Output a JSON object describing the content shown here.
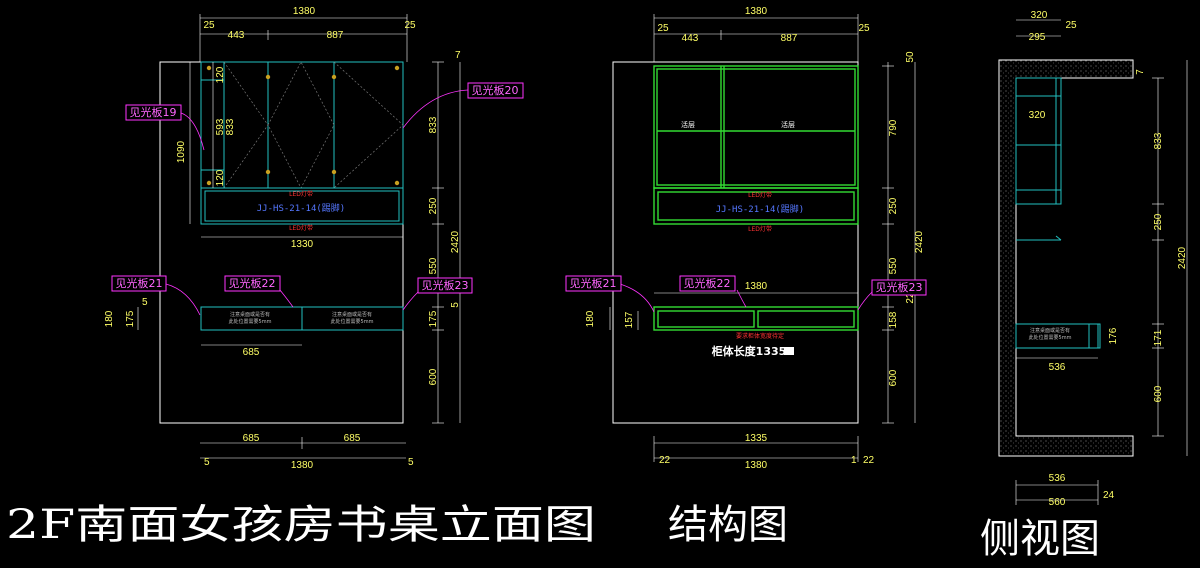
{
  "titles": {
    "front": "2F南面女孩房书桌立面图",
    "structure": "结构图",
    "side": "侧视图"
  },
  "front": {
    "top_total": "1380",
    "top_left": "25",
    "top_right": "25",
    "top_seg1": "443",
    "top_seg2": "887",
    "v_inner": [
      "120",
      "593",
      "833",
      "120"
    ],
    "v_left_total": "1090",
    "right_dims": [
      "7",
      "833",
      "250",
      "550",
      "175",
      "600"
    ],
    "right_total": "2420",
    "right_small": "5",
    "width_1330": "1330",
    "led_top": "LED灯带",
    "led_bottom": "LED灯带",
    "code": "JJ-HS-21-14(踢脚)",
    "left_180": "180",
    "left_175": "175",
    "left_5": "5",
    "w_685": "685",
    "bottom": [
      "685",
      "685"
    ],
    "bottom_total": "1380",
    "bottom_end": "5",
    "drawer_note_a": [
      "注意桌面或是否有",
      "此处位置需要5mm"
    ],
    "drawer_note_b": [
      "注意桌面或是否有",
      "此处位置需要5mm"
    ],
    "tags": [
      "见光板19",
      "见光板20",
      "见光板21",
      "见光板22",
      "见光板23"
    ]
  },
  "structure": {
    "top_total": "1380",
    "top_left": "25",
    "top_right": "25",
    "top_seg1": "443",
    "top_seg2": "887",
    "shelf_a": "活层",
    "shelf_b": "活层",
    "right_dims": [
      "50",
      "790",
      "250",
      "550",
      "22",
      "158",
      "600"
    ],
    "right_total": "2420",
    "led_top": "LED灯带",
    "led_bottom": "LED灯带",
    "code": "JJ-HS-21-14(踢脚)",
    "w_1380": "1380",
    "left_180": "180",
    "left_157": "157",
    "red_note": "要求柜体宽度待定",
    "body_len": "柜体长度1335",
    "bottom_1335": "1335",
    "bottom_total": "1380",
    "bottom_l": "22",
    "bottom_r": "22",
    "bottom_1": "1",
    "tags": [
      "见光板21",
      "见光板22",
      "见光板23"
    ]
  },
  "side": {
    "top_320": "320",
    "top_25": "25",
    "top_295": "295",
    "inner_320": "320",
    "right_dims": [
      "7",
      "833",
      "250",
      "176",
      "171",
      "600"
    ],
    "right_total": "2420",
    "d_536": "536",
    "d_536b": "536",
    "d_560": "560",
    "d_24": "24",
    "note": [
      "注意桌面或是否有",
      "此处位置需要5mm"
    ]
  },
  "colors": {
    "background": "#000000",
    "dimension": "#ffff66",
    "tag": "#ff66ff",
    "cabinet": "#22c0c0",
    "structure": "#33dd33"
  }
}
